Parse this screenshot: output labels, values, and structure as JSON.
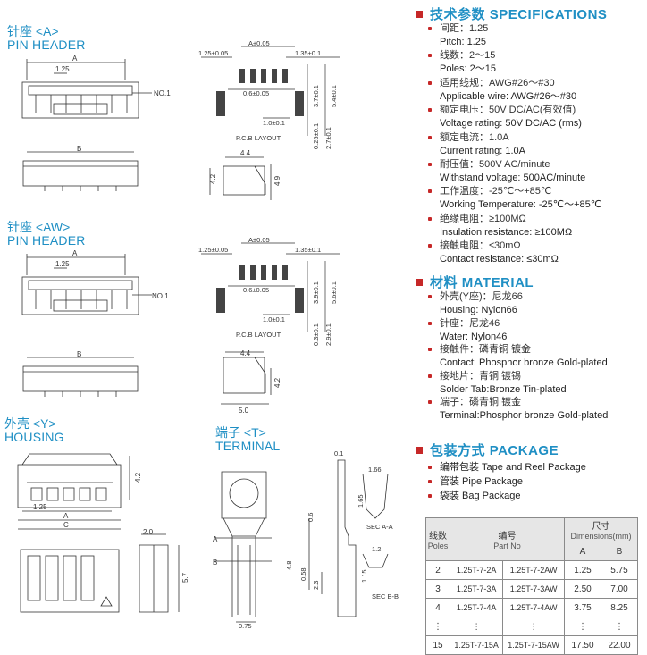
{
  "sections": {
    "a_cn": "针座 <A>",
    "a_en": "PIN HEADER",
    "aw_cn": "针座 <AW>",
    "aw_en": "PIN HEADER",
    "y_cn": "外壳 <Y>",
    "y_en": "HOUSING",
    "t_cn": "端子 <T>",
    "t_en": "TERMINAL"
  },
  "dims_a": {
    "top_a": "A",
    "pitch": "1.25",
    "no1": "NO.1",
    "b": "B",
    "a_tol": "A±0.05",
    "l125": "1.25±0.05",
    "l135": "1.35±0.1",
    "pad": "0.6±0.05",
    "l10": "1.0±0.1",
    "v37": "3.7±0.1",
    "v54": "5.4±0.1",
    "v025": "0.25±0.1",
    "v27": "2.7±0.1",
    "pcb": "P.C.B LAYOUT",
    "w44": "4.4",
    "h42": "4.2",
    "h49": "4.9"
  },
  "dims_aw": {
    "top_a": "A",
    "pitch": "1.25",
    "no1": "NO.1",
    "b": "B",
    "a_tol": "A±0.05",
    "l125": "1.25±0.05",
    "l135": "1.35±0.1",
    "pad": "0.6±0.05",
    "l10": "1.0±0.1",
    "v39": "3.9±0.1",
    "v56": "5.6±0.1",
    "v03": "0.3±0.1",
    "v29": "2.9±0.1",
    "pcb": "P.C.B LAYOUT",
    "w44": "4.4",
    "h42": "4.2",
    "w50": "5.0"
  },
  "dims_y": {
    "pitch": "1.25",
    "a": "A",
    "c": "C",
    "h42": "4.2",
    "w20": "2.0",
    "h57": "5.7"
  },
  "dims_t": {
    "t01": "0.1",
    "w166": "1.66",
    "h165": "1.65",
    "seca": "SEC A-A",
    "v06": "0.6",
    "v48": "4.8",
    "v058": "0.58",
    "v23": "2.3",
    "w075": "0.75",
    "w12": "1.2",
    "h115": "1.15",
    "secb": "SEC B-B",
    "la": "A",
    "lb": "B"
  },
  "specs": {
    "title_cn": "技术参数",
    "title_en": "SPECIFICATIONS",
    "items": [
      {
        "cn": "间距：1.25",
        "en": "Pitch: 1.25"
      },
      {
        "cn": "线数：2～15",
        "en": "Poles: 2～15"
      },
      {
        "cn": "适用线规：AWG#26～#30",
        "en": "Applicable wire: AWG#26～#30"
      },
      {
        "cn": "额定电压：50V DC/AC(有效值)",
        "en": "Voltage rating: 50V DC/AC (rms)"
      },
      {
        "cn": "额定电流：1.0A",
        "en": "Current rating: 1.0A"
      },
      {
        "cn": "耐压值：500V AC/minute",
        "en": "Withstand voltage: 500AC/minute"
      },
      {
        "cn": "工作温度：-25℃～+85℃",
        "en": "Working Temperature: -25℃～+85℃"
      },
      {
        "cn": "绝缘电阻：≥100MΩ",
        "en": "Insulation resistance: ≥100MΩ"
      },
      {
        "cn": "接触电阻：≤30mΩ",
        "en": "Contact resistance: ≤30mΩ"
      }
    ]
  },
  "material": {
    "title_cn": "材料",
    "title_en": "MATERIAL",
    "items": [
      {
        "cn": "外壳(Y座)：尼龙66",
        "en": "Housing:  Nylon66"
      },
      {
        "cn": "针座：尼龙46",
        "en": "Water:  Nylon46"
      },
      {
        "cn": "接触件：磷青铜 镀金",
        "en": "Contact:  Phosphor bronze Gold-plated"
      },
      {
        "cn": "接地片：青铜 镀锡",
        "en": "Solder Tab:Bronze Tin-plated"
      },
      {
        "cn": "端子：磷青铜 镀金",
        "en": "Terminal:Phosphor bronze Gold-plated"
      }
    ]
  },
  "package": {
    "title_cn": "包装方式",
    "title_en": "PACKAGE",
    "items": [
      "编带包装 Tape and Reel Package",
      "管装 Pipe Package",
      "袋装 Bag Package"
    ]
  },
  "table": {
    "h_poles_cn": "线数",
    "h_poles_en": "Poles",
    "h_part_cn": "编号",
    "h_part_en": "Part No",
    "h_dim_cn": "尺寸",
    "h_dim_en": "Dimensions(mm)",
    "h_a": "A",
    "h_b": "B",
    "rows": [
      {
        "poles": "2",
        "p1": "1.25T-7-2A",
        "p2": "1.25T-7-2AW",
        "a": "1.25",
        "b": "5.75"
      },
      {
        "poles": "3",
        "p1": "1.25T-7-3A",
        "p2": "1.25T-7-3AW",
        "a": "2.50",
        "b": "7.00"
      },
      {
        "poles": "4",
        "p1": "1.25T-7-4A",
        "p2": "1.25T-7-4AW",
        "a": "3.75",
        "b": "8.25"
      },
      {
        "poles": "⋮",
        "p1": "⋮",
        "p2": "⋮",
        "a": "⋮",
        "b": "⋮"
      },
      {
        "poles": "15",
        "p1": "1.25T-7-15A",
        "p2": "1.25T-7-15AW",
        "a": "17.50",
        "b": "22.00"
      }
    ]
  }
}
